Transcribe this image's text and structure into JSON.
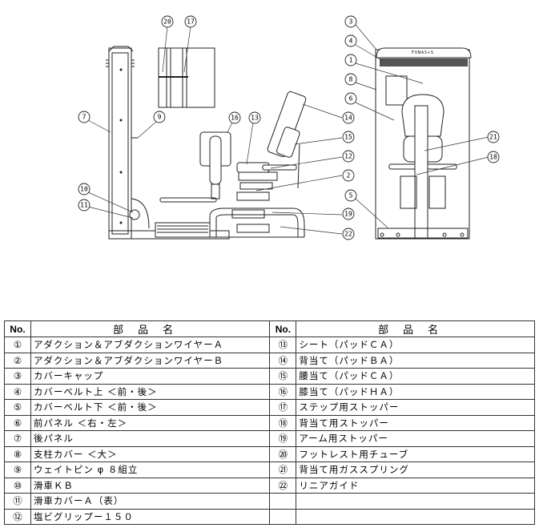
{
  "diagram": {
    "brand": "FUNAS+S",
    "callouts": {
      "c1": "1",
      "c2": "2",
      "c3": "3",
      "c4": "4",
      "c5": "5",
      "c6": "6",
      "c7": "7",
      "c8": "8",
      "c9": "9",
      "c10": "10",
      "c11": "11",
      "c12": "12",
      "c13": "13",
      "c14": "14",
      "c15": "15",
      "c16": "16",
      "c17": "17",
      "c18": "18",
      "c19": "19",
      "c20": "20",
      "c21": "21",
      "c22": "22"
    }
  },
  "table": {
    "header_no": "No.",
    "header_name": "部品名",
    "left_rows": [
      {
        "no": "①",
        "name": "アダクション＆アブダクションワイヤーＡ"
      },
      {
        "no": "②",
        "name": "アダクション＆アブダクションワイヤーＢ"
      },
      {
        "no": "③",
        "name": "カバーキャップ"
      },
      {
        "no": "④",
        "name": "カバーベルト上 ＜前・後＞"
      },
      {
        "no": "⑤",
        "name": "カバーベルト下 ＜前・後＞"
      },
      {
        "no": "⑥",
        "name": "前パネル ＜右・左＞"
      },
      {
        "no": "⑦",
        "name": "後パネル"
      },
      {
        "no": "⑧",
        "name": "支柱カバー ＜大＞"
      },
      {
        "no": "⑨",
        "name": "ウェイトピン φ ８組立"
      },
      {
        "no": "⑩",
        "name": "滑車ＫＢ"
      },
      {
        "no": "⑪",
        "name": "滑車カバーＡ（表）"
      },
      {
        "no": "⑫",
        "name": "塩ビグリップー１５０"
      }
    ],
    "right_rows": [
      {
        "no": "⑬",
        "name": "シート（パッドＣＡ）"
      },
      {
        "no": "⑭",
        "name": "背当て（パッドＢＡ）"
      },
      {
        "no": "⑮",
        "name": "腰当て（パッドＣＡ）"
      },
      {
        "no": "⑯",
        "name": "膝当て（パッドＨＡ）"
      },
      {
        "no": "⑰",
        "name": "ステップ用ストッパー"
      },
      {
        "no": "⑱",
        "name": "背当て用ストッパー"
      },
      {
        "no": "⑲",
        "name": "アーム用ストッパー"
      },
      {
        "no": "⑳",
        "name": "フットレスト用チューブ"
      },
      {
        "no": "㉑",
        "name": "背当て用ガススプリング"
      },
      {
        "no": "㉒",
        "name": "リニアガイド"
      },
      {
        "no": "",
        "name": ""
      },
      {
        "no": "",
        "name": ""
      }
    ]
  }
}
